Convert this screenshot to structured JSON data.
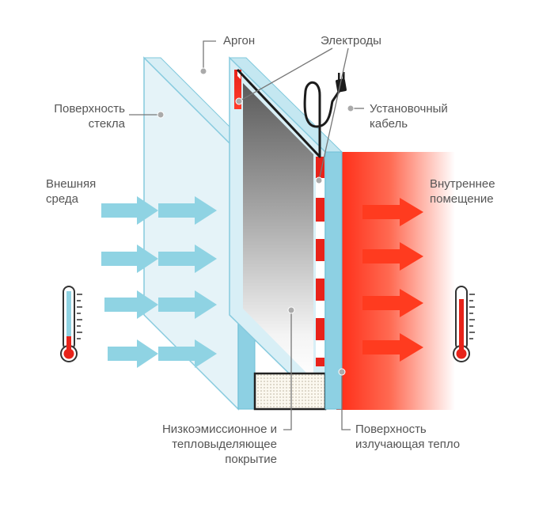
{
  "labels": {
    "argon": [
      "Аргон"
    ],
    "electrodes": [
      "Электроды"
    ],
    "glass_surface": [
      "Поверхность",
      "стекла"
    ],
    "cable": [
      "Установочный",
      "кабель"
    ],
    "outside": [
      "Внешняя",
      "среда"
    ],
    "inside": [
      "Внутреннее",
      "помещение"
    ],
    "coating": [
      "Низкоэмиссионное и",
      "тепловыделяющее",
      "покрытие"
    ],
    "radiating": [
      "Поверхность",
      "излучающая тепло"
    ]
  },
  "colors": {
    "glass": "#a9dbe9",
    "glass_edge": "#7fc8dc",
    "cold_arrow": "#8fd3e3",
    "heat": "#ff3b1f",
    "label_text": "#555555",
    "leader": "#777777"
  },
  "icons": {
    "thermometer_cold": "thermometer-cold-icon",
    "thermometer_hot": "thermometer-hot-icon",
    "plug": "plug-icon"
  }
}
